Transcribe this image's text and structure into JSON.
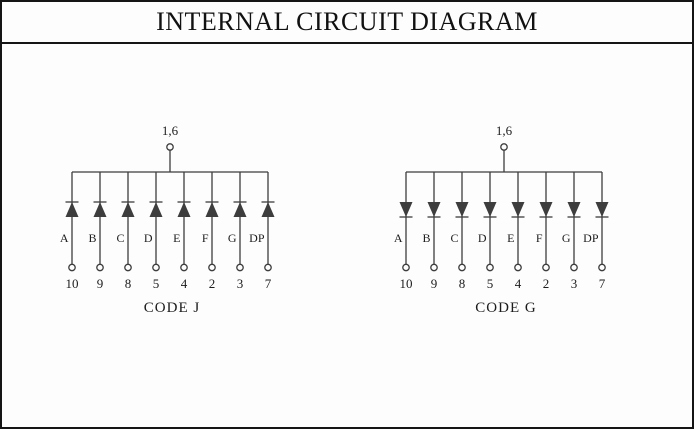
{
  "title": "INTERNAL CIRCUIT DIAGRAM",
  "circuits": [
    {
      "name": "CODE J",
      "common_label": "1,6",
      "diode_direction": "up",
      "segments": [
        "A",
        "B",
        "C",
        "D",
        "E",
        "F",
        "G",
        "DP"
      ],
      "pins": [
        "10",
        "9",
        "8",
        "5",
        "4",
        "2",
        "3",
        "7"
      ]
    },
    {
      "name": "CODE G",
      "common_label": "1,6",
      "diode_direction": "down",
      "segments": [
        "A",
        "B",
        "C",
        "D",
        "E",
        "F",
        "G",
        "DP"
      ],
      "pins": [
        "10",
        "9",
        "8",
        "5",
        "4",
        "2",
        "3",
        "7"
      ]
    }
  ],
  "style": {
    "line_color": "#3d3d3d",
    "text_color": "#1c1c1c",
    "border_color": "#151515",
    "background": "#fdfdfd"
  }
}
